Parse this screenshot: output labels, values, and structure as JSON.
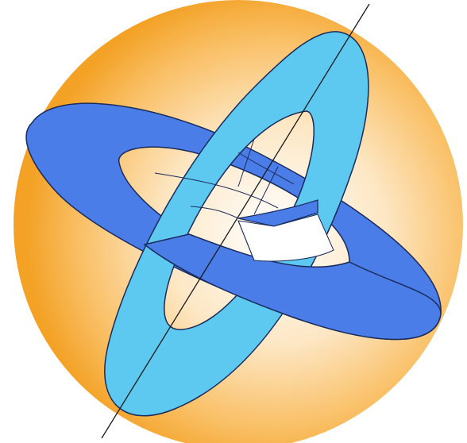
{
  "diagram": {
    "colors": {
      "background": "#ffffff",
      "sphere_center": "#ffffff",
      "sphere_mid": "#fcd9a0",
      "sphere_edge": "#f5a623",
      "ring_dark": "#4a7de8",
      "ring_light": "#5cc8f0",
      "outline": "#1a2a5a",
      "axis": "#1a1a1a",
      "hole": "#ffffff"
    },
    "components": [
      "sphere",
      "tilted-blue-ring",
      "vertical-cyan-ring",
      "rotation-axis",
      "inner-grid-lines"
    ]
  }
}
